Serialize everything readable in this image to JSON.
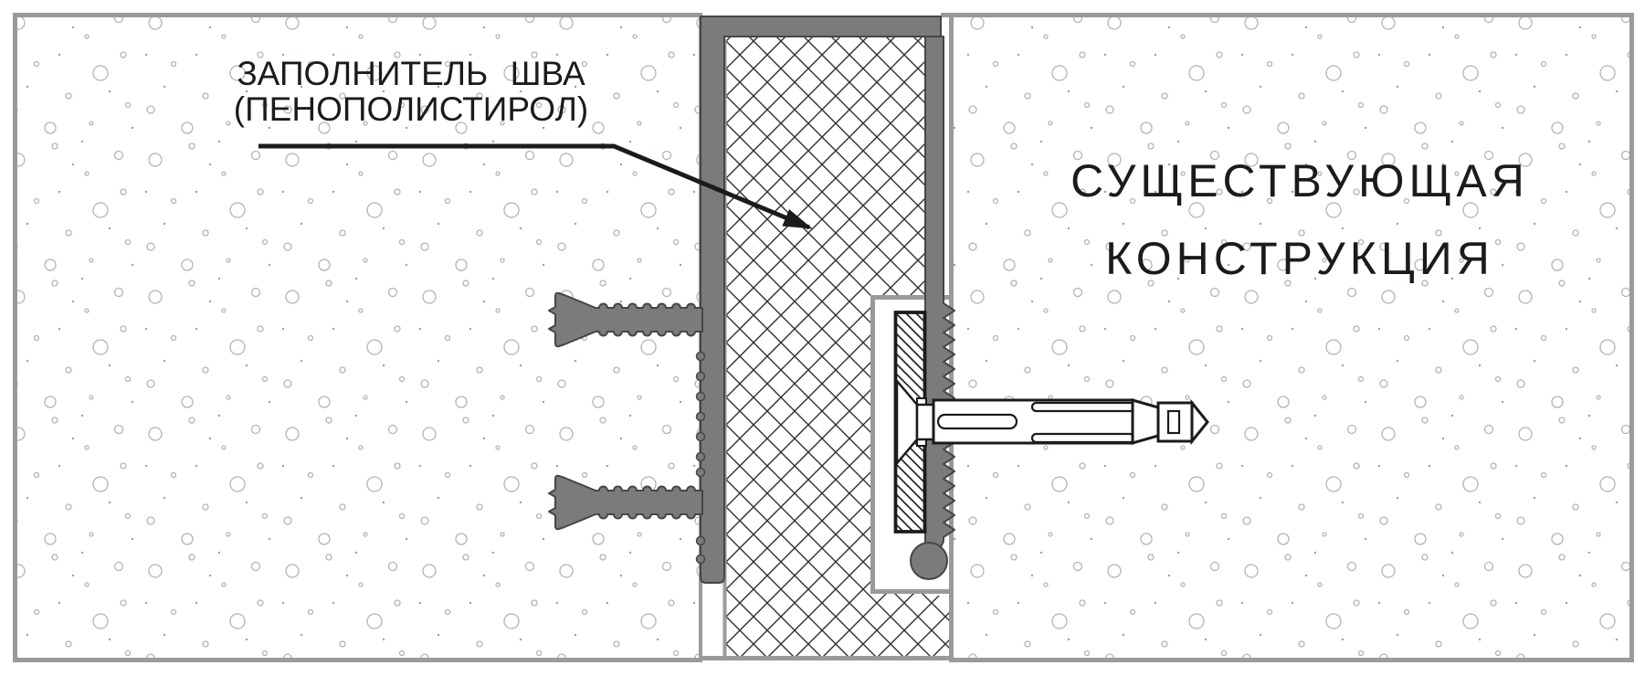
{
  "drawing": {
    "type": "construction-detail-section",
    "annotations": {
      "joint_filler": {
        "line1": "ЗАПОЛНИТЕЛЬ ШВА",
        "line2": "(ПЕНОПОЛИСТИРОЛ)"
      },
      "existing_structure": {
        "line1": "СУЩЕСТВУЮЩАЯ",
        "line2": "КОНСТРУКЦИЯ"
      }
    },
    "colors": {
      "background": "#ffffff",
      "profile_gray": "#7b7b7b",
      "profile_outline": "#464646",
      "concrete_border_gray": "#9a9a9a",
      "stipple_gray": "#b3b3b3",
      "line_dark": "#1d1a18"
    }
  }
}
